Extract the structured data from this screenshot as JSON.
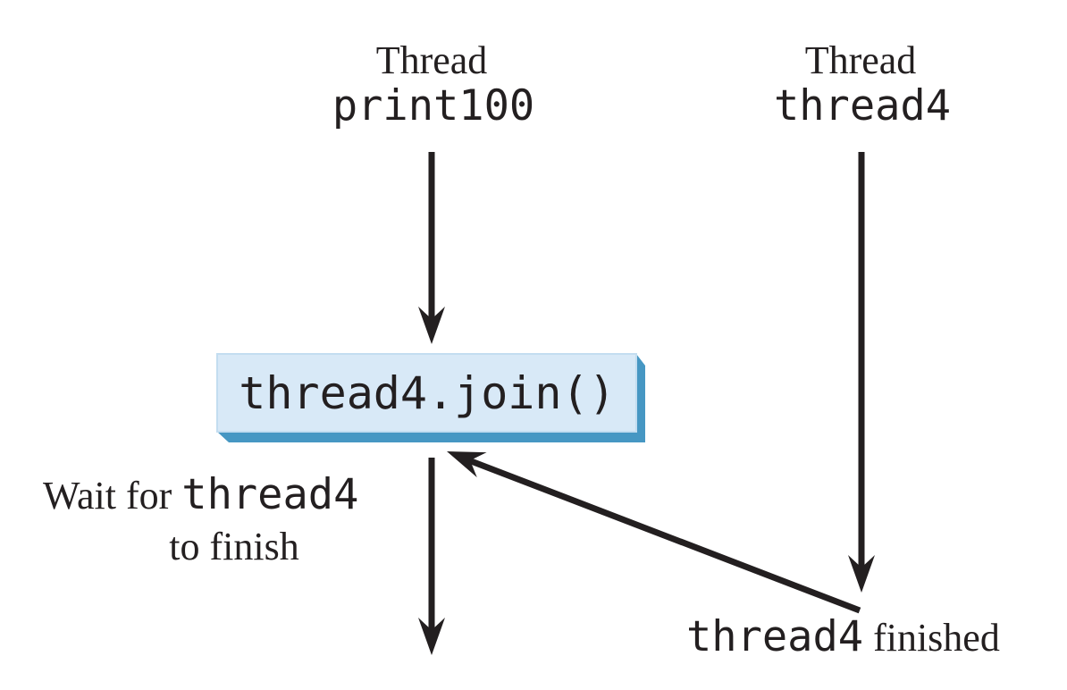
{
  "figure": {
    "left_thread": {
      "line1": "Thread",
      "line2": "print100"
    },
    "right_thread": {
      "line1": "Thread",
      "line2": "thread4"
    },
    "join_box": {
      "label": "thread4.join()"
    },
    "wait_note": {
      "prefix": "Wait for ",
      "code": "thread4",
      "line2": "to finish"
    },
    "finished_note": {
      "code": "thread4",
      "suffix": " finished"
    }
  },
  "colors": {
    "background": "#ffffff",
    "ink": "#231f20",
    "box_fill": "#d8e9f7",
    "box_border": "#c3ddf0",
    "box_shadow": "#4697c3"
  }
}
